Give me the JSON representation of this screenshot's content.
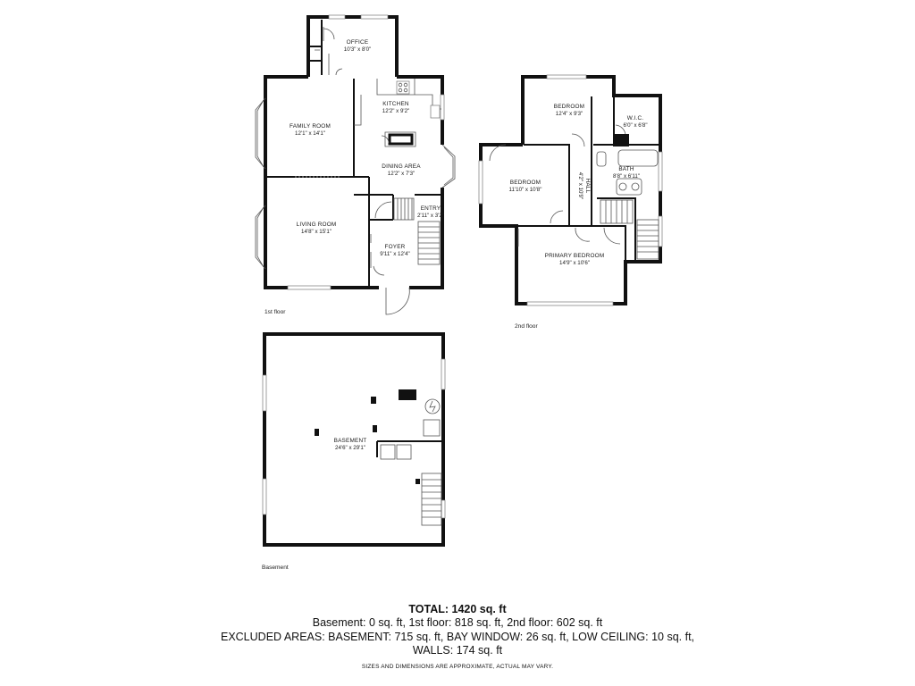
{
  "floors": {
    "first": {
      "label": "1st floor",
      "rooms": {
        "office": {
          "name": "OFFICE",
          "dims": "10'3\" x 8'0\""
        },
        "kitchen": {
          "name": "KITCHEN",
          "dims": "12'2\" x 9'2\""
        },
        "family_room": {
          "name": "FAMILY ROOM",
          "dims": "12'1\" x 14'1\""
        },
        "dining_area": {
          "name": "DINING AREA",
          "dims": "12'2\" x 7'3\""
        },
        "entry": {
          "name": "ENTRY",
          "dims": "2'11\" x 3'2\""
        },
        "living_room": {
          "name": "LIVING ROOM",
          "dims": "14'8\" x 15'1\""
        },
        "foyer": {
          "name": "FOYER",
          "dims": "9'11\" x 12'4\""
        }
      }
    },
    "second": {
      "label": "2nd floor",
      "rooms": {
        "bedroom_top": {
          "name": "BEDROOM",
          "dims": "12'4\" x 9'3\""
        },
        "wic": {
          "name": "W.I.C.",
          "dims": "6'0\" x 6'8\""
        },
        "bedroom_left": {
          "name": "BEDROOM",
          "dims": "11'10\" x 10'8\""
        },
        "hall": {
          "name": "HALL",
          "dims": "4'2\" x 10'9\""
        },
        "bath": {
          "name": "BATH",
          "dims": "8'8\" x 6'11\""
        },
        "primary_bedroom": {
          "name": "PRIMARY BEDROOM",
          "dims": "14'9\" x 10'6\""
        }
      }
    },
    "basement": {
      "label": "Basement",
      "rooms": {
        "basement": {
          "name": "BASEMENT",
          "dims": "24'6\" x 29'1\""
        }
      }
    }
  },
  "summary": {
    "total": "TOTAL: 1420 sq. ft",
    "line1": "Basement: 0 sq. ft, 1st floor: 818 sq. ft, 2nd floor: 602 sq. ft",
    "line2": "EXCLUDED AREAS: BASEMENT: 715 sq. ft, BAY WINDOW: 26 sq. ft, LOW CEILING: 10 sq. ft,",
    "line3": "WALLS: 174 sq. ft",
    "disclaimer": "SIZES AND DIMENSIONS ARE APPROXIMATE, ACTUAL MAY VARY."
  },
  "colors": {
    "wall": "#111111",
    "background": "#ffffff"
  }
}
